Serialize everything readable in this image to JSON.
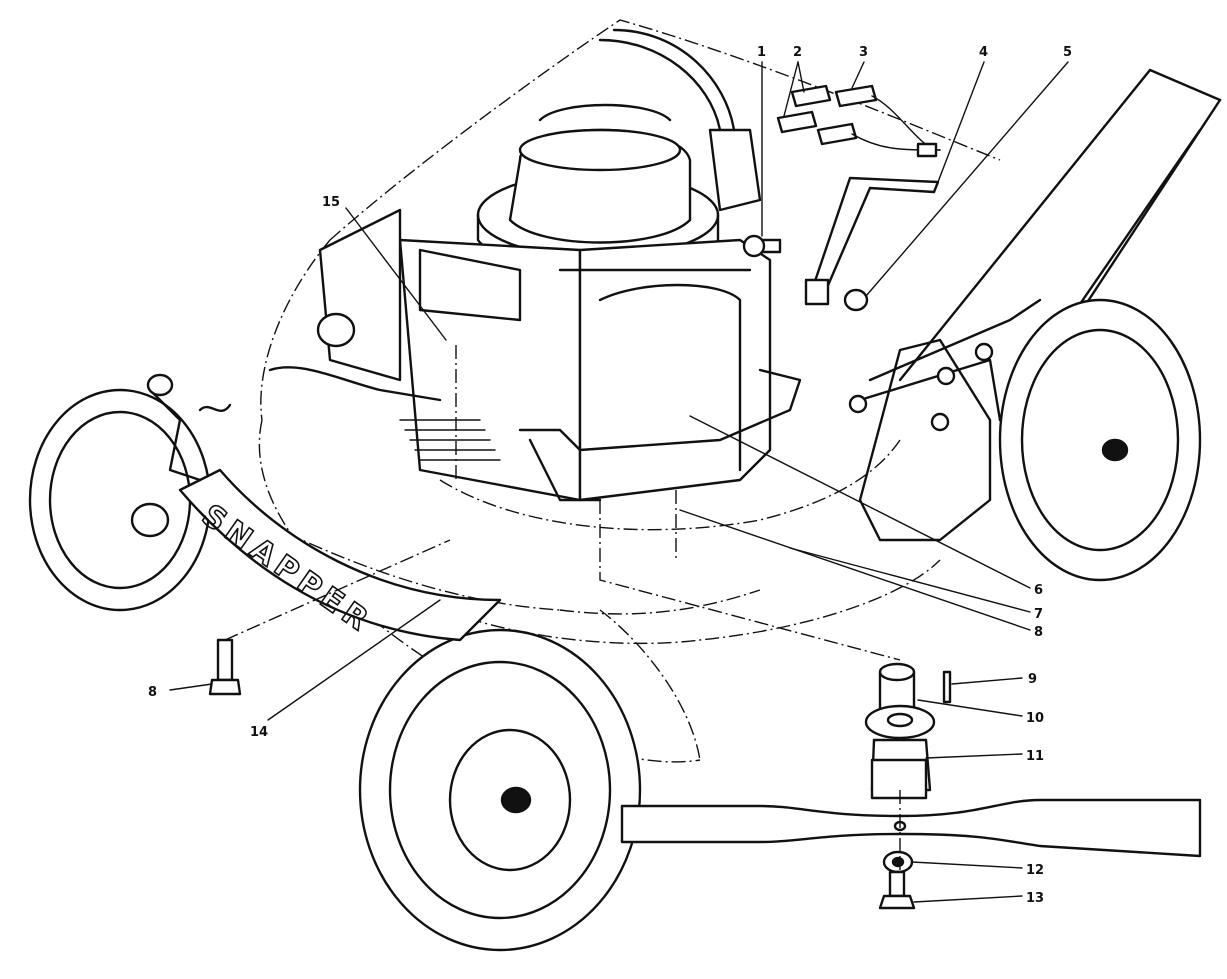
{
  "diagram": {
    "brand_text": "SNAPPER",
    "callouts": [
      {
        "id": "c1",
        "label": "1"
      },
      {
        "id": "c2",
        "label": "2"
      },
      {
        "id": "c3",
        "label": "3"
      },
      {
        "id": "c4",
        "label": "4"
      },
      {
        "id": "c5",
        "label": "5"
      },
      {
        "id": "c6",
        "label": "6"
      },
      {
        "id": "c7",
        "label": "7"
      },
      {
        "id": "c8a",
        "label": "8"
      },
      {
        "id": "c8b",
        "label": "8"
      },
      {
        "id": "c9",
        "label": "9"
      },
      {
        "id": "c10",
        "label": "10"
      },
      {
        "id": "c11",
        "label": "11"
      },
      {
        "id": "c12",
        "label": "12"
      },
      {
        "id": "c13",
        "label": "13"
      },
      {
        "id": "c14",
        "label": "14"
      },
      {
        "id": "c15",
        "label": "15"
      }
    ]
  }
}
